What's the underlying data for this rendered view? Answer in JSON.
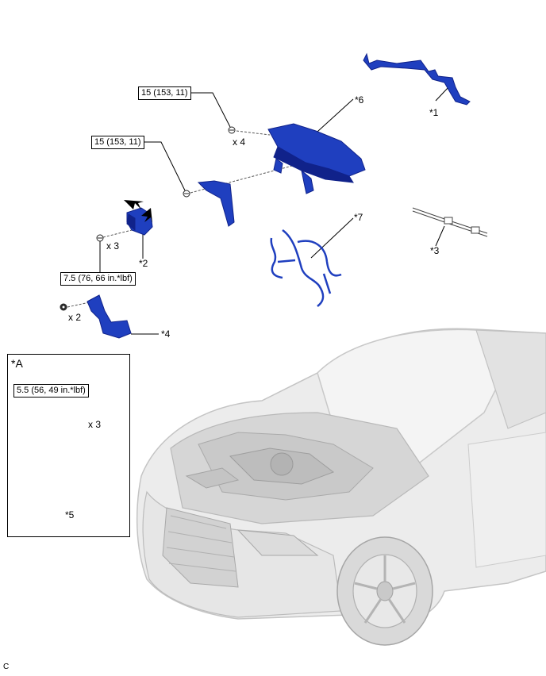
{
  "torques": {
    "cowl_upper": "15 (153, 11)",
    "cowl_lower": "15 (153, 11)",
    "bracket": "7.5 (76, 66 in.*lbf)",
    "inset_bracket": "5.5 (56, 49 in.*lbf)"
  },
  "quantities": {
    "q_cowl": "x 4",
    "q_bracket": "x 3",
    "q_lower": "x 2",
    "q_inset": "x 3"
  },
  "parts": {
    "p1": "*1",
    "p2": "*2",
    "p3": "*3",
    "p4": "*4",
    "p5": "*5",
    "p6": "*6",
    "p7": "*7"
  },
  "inset": {
    "label": "*A"
  },
  "corner_code": "C",
  "colors": {
    "part_blue": "#1f3fbf",
    "part_dark": "#10228a",
    "car_gray": "#cfcfcf"
  }
}
